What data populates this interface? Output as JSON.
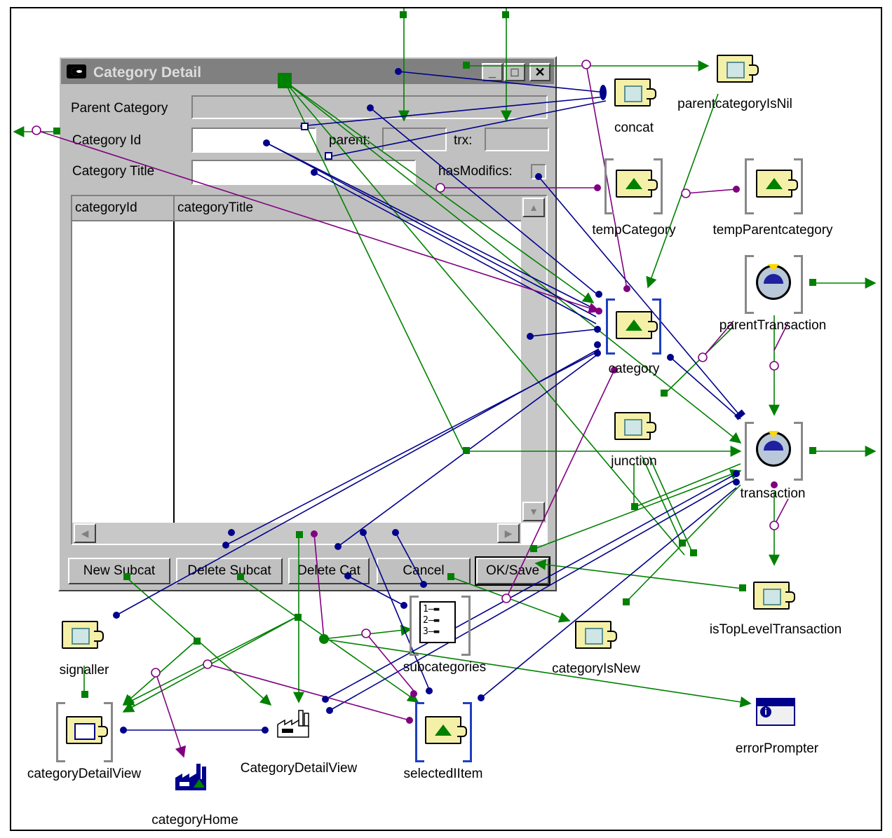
{
  "window": {
    "title": "Category Detail",
    "controls": {
      "minimize": "_",
      "maximize": "□",
      "close": "✕"
    }
  },
  "form": {
    "parent_category_label": "Parent Category",
    "category_id_label": "Category Id",
    "category_title_label": "Category Title",
    "parent_label": "parent:",
    "trx_label": "trx:",
    "has_modifics_label": "hasModifics:"
  },
  "table": {
    "columns": [
      "categoryId",
      "categoryTitle"
    ]
  },
  "buttons": {
    "new_subcat": "New Subcat",
    "delete_subcat": "Delete Subcat",
    "delete_cat": "Delete Cat",
    "cancel": "Cancel",
    "ok_save": "OK/Save"
  },
  "components": {
    "concat": "concat",
    "parent_category_is_nil": "parentcategoryIsNil",
    "temp_category": "tempCategory",
    "temp_parentcategory": "tempParentcategory",
    "parent_transaction": "parentTransaction",
    "category": "category",
    "junction": "junction",
    "transaction": "transaction",
    "is_top_level_transaction": "isTopLevelTransaction",
    "signaller": "signaller",
    "subcategories": "subcategories",
    "category_is_new": "categoryIsNew",
    "error_prompter": "errorPrompter",
    "category_detail_view": "categoryDetailView",
    "category_detail_view_factory": "CategoryDetailView",
    "selected_item": "selectedIItem",
    "category_home": "categoryHome"
  },
  "icons": {
    "puzzle": "puzzle-component-icon",
    "dial": "transaction-dial-icon",
    "factory": "factory-icon",
    "list": "numbered-list-icon",
    "info": "info-prompter-icon"
  },
  "colors": {
    "green_wire": "#008000",
    "blue_wire": "#00008b",
    "purple_wire": "#800080",
    "window_face": "#c0c0c0",
    "titlebar": "#808080"
  }
}
